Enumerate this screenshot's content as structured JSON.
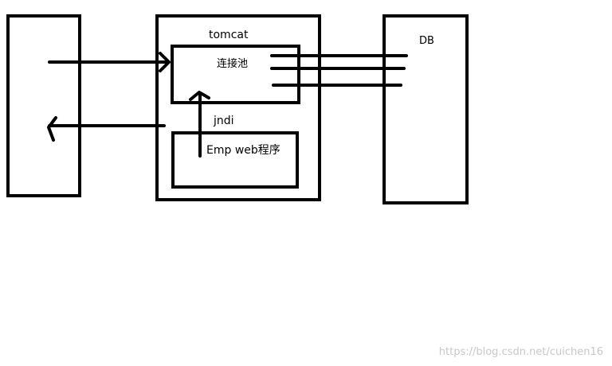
{
  "labels": {
    "tomcat": "tomcat",
    "connection_pool": "连接池",
    "jndi": "jndi",
    "emp_web": "Emp web程序",
    "db": "DB"
  },
  "watermark": "https://blog.csdn.net/cuichen16"
}
